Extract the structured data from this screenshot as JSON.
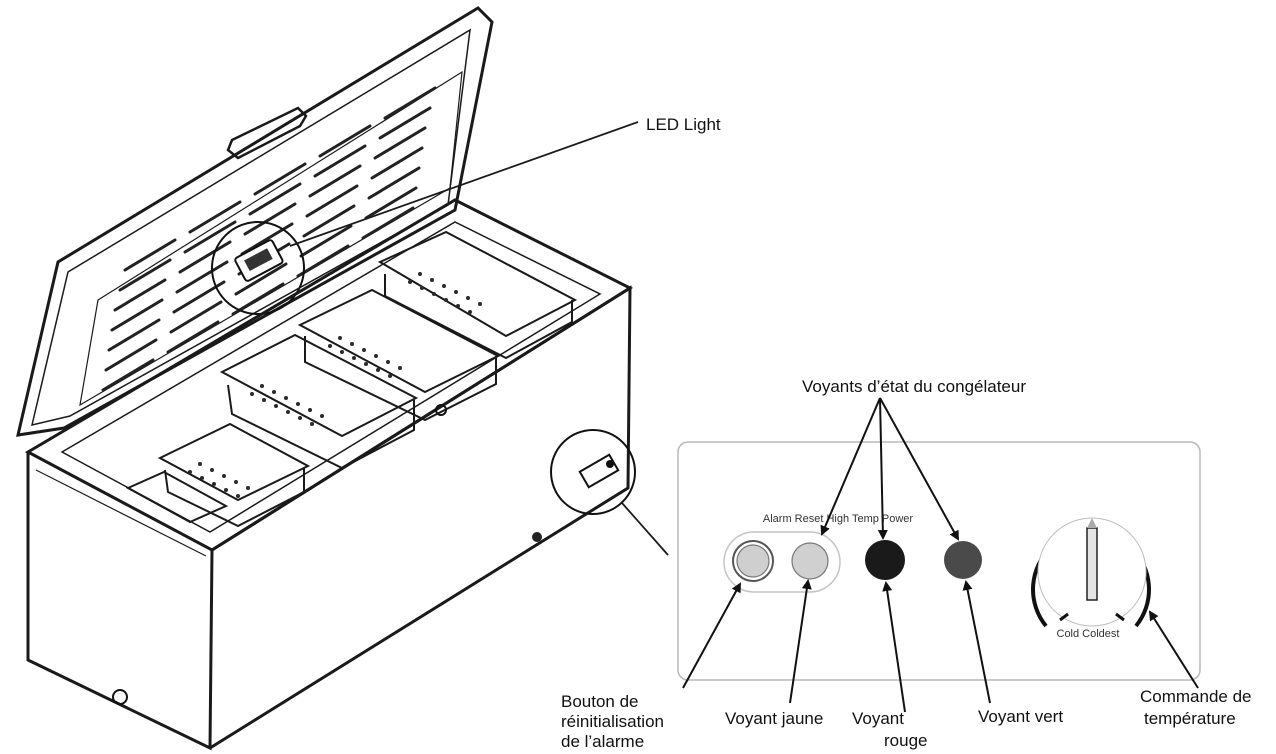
{
  "labels": {
    "led_light": "LED Light",
    "status_lights": "Voyants d’état du congélateur",
    "alarm_reset_button": [
      "Bouton de",
      "réinitialisation",
      "de l’alarme"
    ],
    "yellow_light": "Voyant jaune",
    "red_light": [
      "Voyant",
      "rouge"
    ],
    "green_light": "Voyant vert",
    "temp_control": [
      "Commande de",
      "température"
    ]
  },
  "panel": {
    "indicator_caption": "Alarm Reset High Temp Power",
    "dial_caption": "Cold Coldest"
  },
  "indicator_colors": {
    "alarm_reset": "#cfcfcf",
    "yellow": "#d0d0d0",
    "red": "#1a1a1a",
    "green": "#4a4a4a"
  }
}
